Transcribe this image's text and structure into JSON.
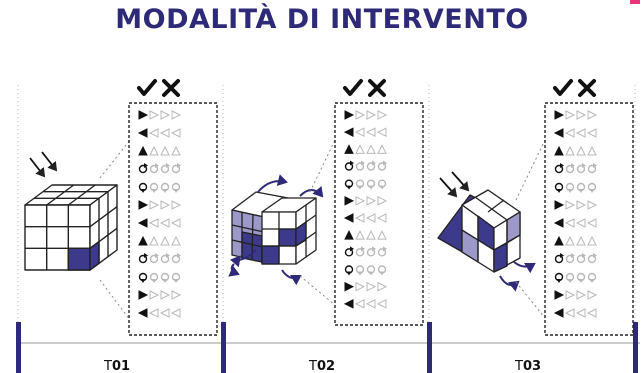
{
  "title": "MODALITÀ DI INTERVENTO",
  "columns": {
    "correct_icon": "check-icon",
    "wrong_icon": "cross-icon"
  },
  "phases": [
    {
      "label_prefix": "T",
      "label_num": "01"
    },
    {
      "label_prefix": "T",
      "label_num": "02"
    },
    {
      "label_prefix": "T",
      "label_num": "03"
    }
  ],
  "sequence_icons": [
    "arrow-right",
    "arrow-left",
    "arrow-up",
    "rotate-right",
    "rotate-down",
    "arrow-right",
    "arrow-left",
    "arrow-up",
    "rotate-right",
    "rotate-down",
    "arrow-right",
    "arrow-left"
  ],
  "colors": {
    "accent": "#2f2a78",
    "cube_fill": "#3d3a8c",
    "cube_light": "#9c99c9",
    "outline": "#222222",
    "faded": "#b8b8b8",
    "pink": "#e8357a"
  }
}
